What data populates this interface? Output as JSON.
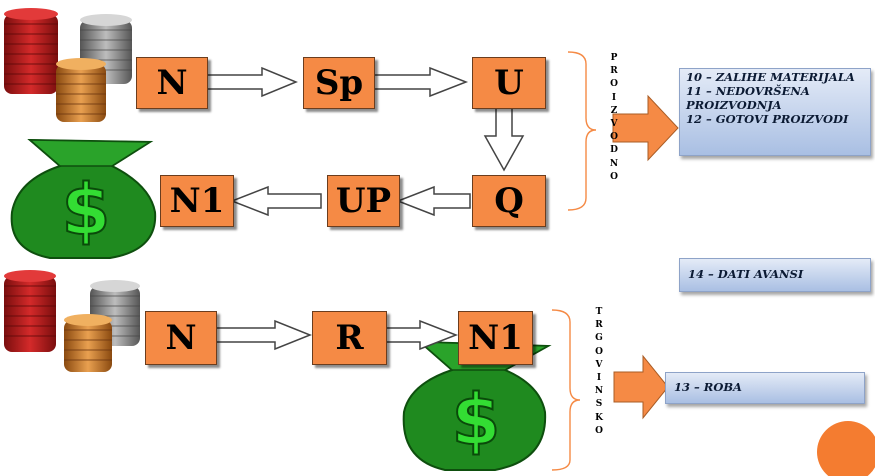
{
  "flow_top": {
    "row1": [
      "N",
      "Sp",
      "U"
    ],
    "row2": [
      "N1",
      "UP",
      "Q"
    ]
  },
  "flow_bottom": {
    "row": [
      "N",
      "R",
      "N1"
    ]
  },
  "label_proizvodno": [
    "P",
    "R",
    "O",
    "I",
    "Z",
    "V",
    "O",
    "D",
    "N",
    "O"
  ],
  "label_trgovinsko": [
    "T",
    "R",
    "G",
    "O",
    "V",
    "I",
    "N",
    "S",
    "K",
    "O"
  ],
  "note_production": {
    "lines": [
      "10  – ZALIHE MATERIJALA",
      "11  – NEDOVRŠENA",
      "PROIZVODNJA",
      "12  – GOTOVI PROIZVODI"
    ]
  },
  "note_advances": "14 – DATI AVANSI",
  "note_goods": "13  – ROBA",
  "symbol_dollar": "$",
  "colors": {
    "box_fill": "#f58a45",
    "arrow_orange": "#f58a45",
    "bag_green": "#1f8a1f",
    "dollar_green": "#33dd33",
    "note_blue": "#b9cbea",
    "circle_orange": "#f47c30"
  },
  "icons": [
    "coin-stack-icon",
    "money-bag-icon",
    "hollow-arrow-icon",
    "orange-arrow-icon",
    "brace-icon"
  ]
}
